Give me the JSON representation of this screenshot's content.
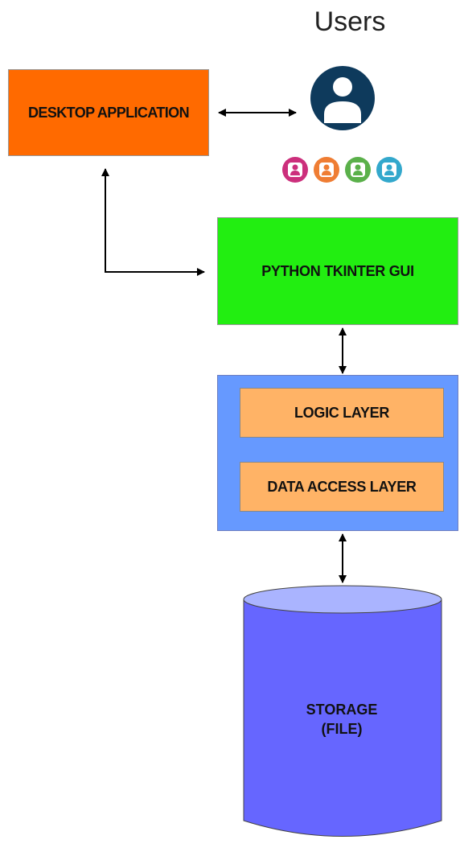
{
  "users": {
    "title": "Users",
    "main_avatar_color": "#0e3a5c",
    "small_avatar_colors": [
      "#cc2f7c",
      "#ef7d33",
      "#5ab04a",
      "#33a8cc"
    ]
  },
  "nodes": {
    "desktop_app": {
      "label": "DESKTOP APPLICATION",
      "color": "#ff6a00"
    },
    "gui": {
      "label": "PYTHON TKINTER GUI",
      "color": "#22ee11"
    },
    "container": {
      "color": "#6699ff"
    },
    "logic": {
      "label": "LOGIC LAYER",
      "color": "#ffb366"
    },
    "data_access": {
      "label": "DATA ACCESS LAYER",
      "color": "#ffb366"
    },
    "storage": {
      "label": "STORAGE\n(FILE)",
      "color": "#6666ff"
    }
  },
  "edges": [
    {
      "from": "desktop_app",
      "to": "users",
      "direction": "both"
    },
    {
      "from": "desktop_app",
      "to": "gui",
      "direction": "both"
    },
    {
      "from": "gui",
      "to": "container",
      "direction": "both"
    },
    {
      "from": "container",
      "to": "storage",
      "direction": "both"
    }
  ]
}
